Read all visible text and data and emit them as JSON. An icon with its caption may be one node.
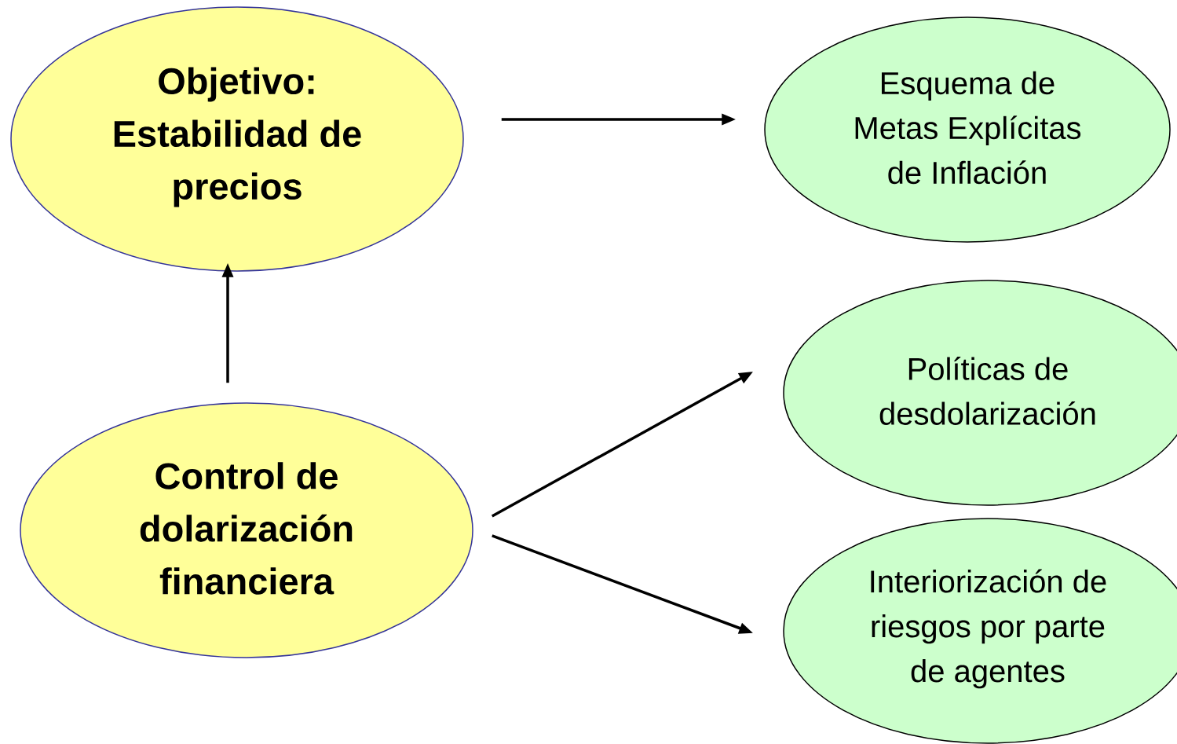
{
  "diagram": {
    "nodes": [
      {
        "text": [
          "Objetivo: Estabilidad de precios"
        ]
      },
      {
        "text": [
          "Esquema de Metas Explícitas de Inflación"
        ]
      },
      {
        "text": [
          "Control de dolarización financiera"
        ]
      },
      {
        "text": [
          "Políticas de desdolarización"
        ]
      },
      {
        "text": [
          "Interiorización de riesgos por parte de agentes"
        ]
      }
    ],
    "edges": [
      {
        "from": 0,
        "to": 1,
        "arrow": "to"
      },
      {
        "from": 2,
        "to": 0,
        "arrow": "to"
      },
      {
        "from": 2,
        "to": 3,
        "arrow": "to"
      },
      {
        "from": 2,
        "to": 4,
        "arrow": "to"
      }
    ]
  }
}
